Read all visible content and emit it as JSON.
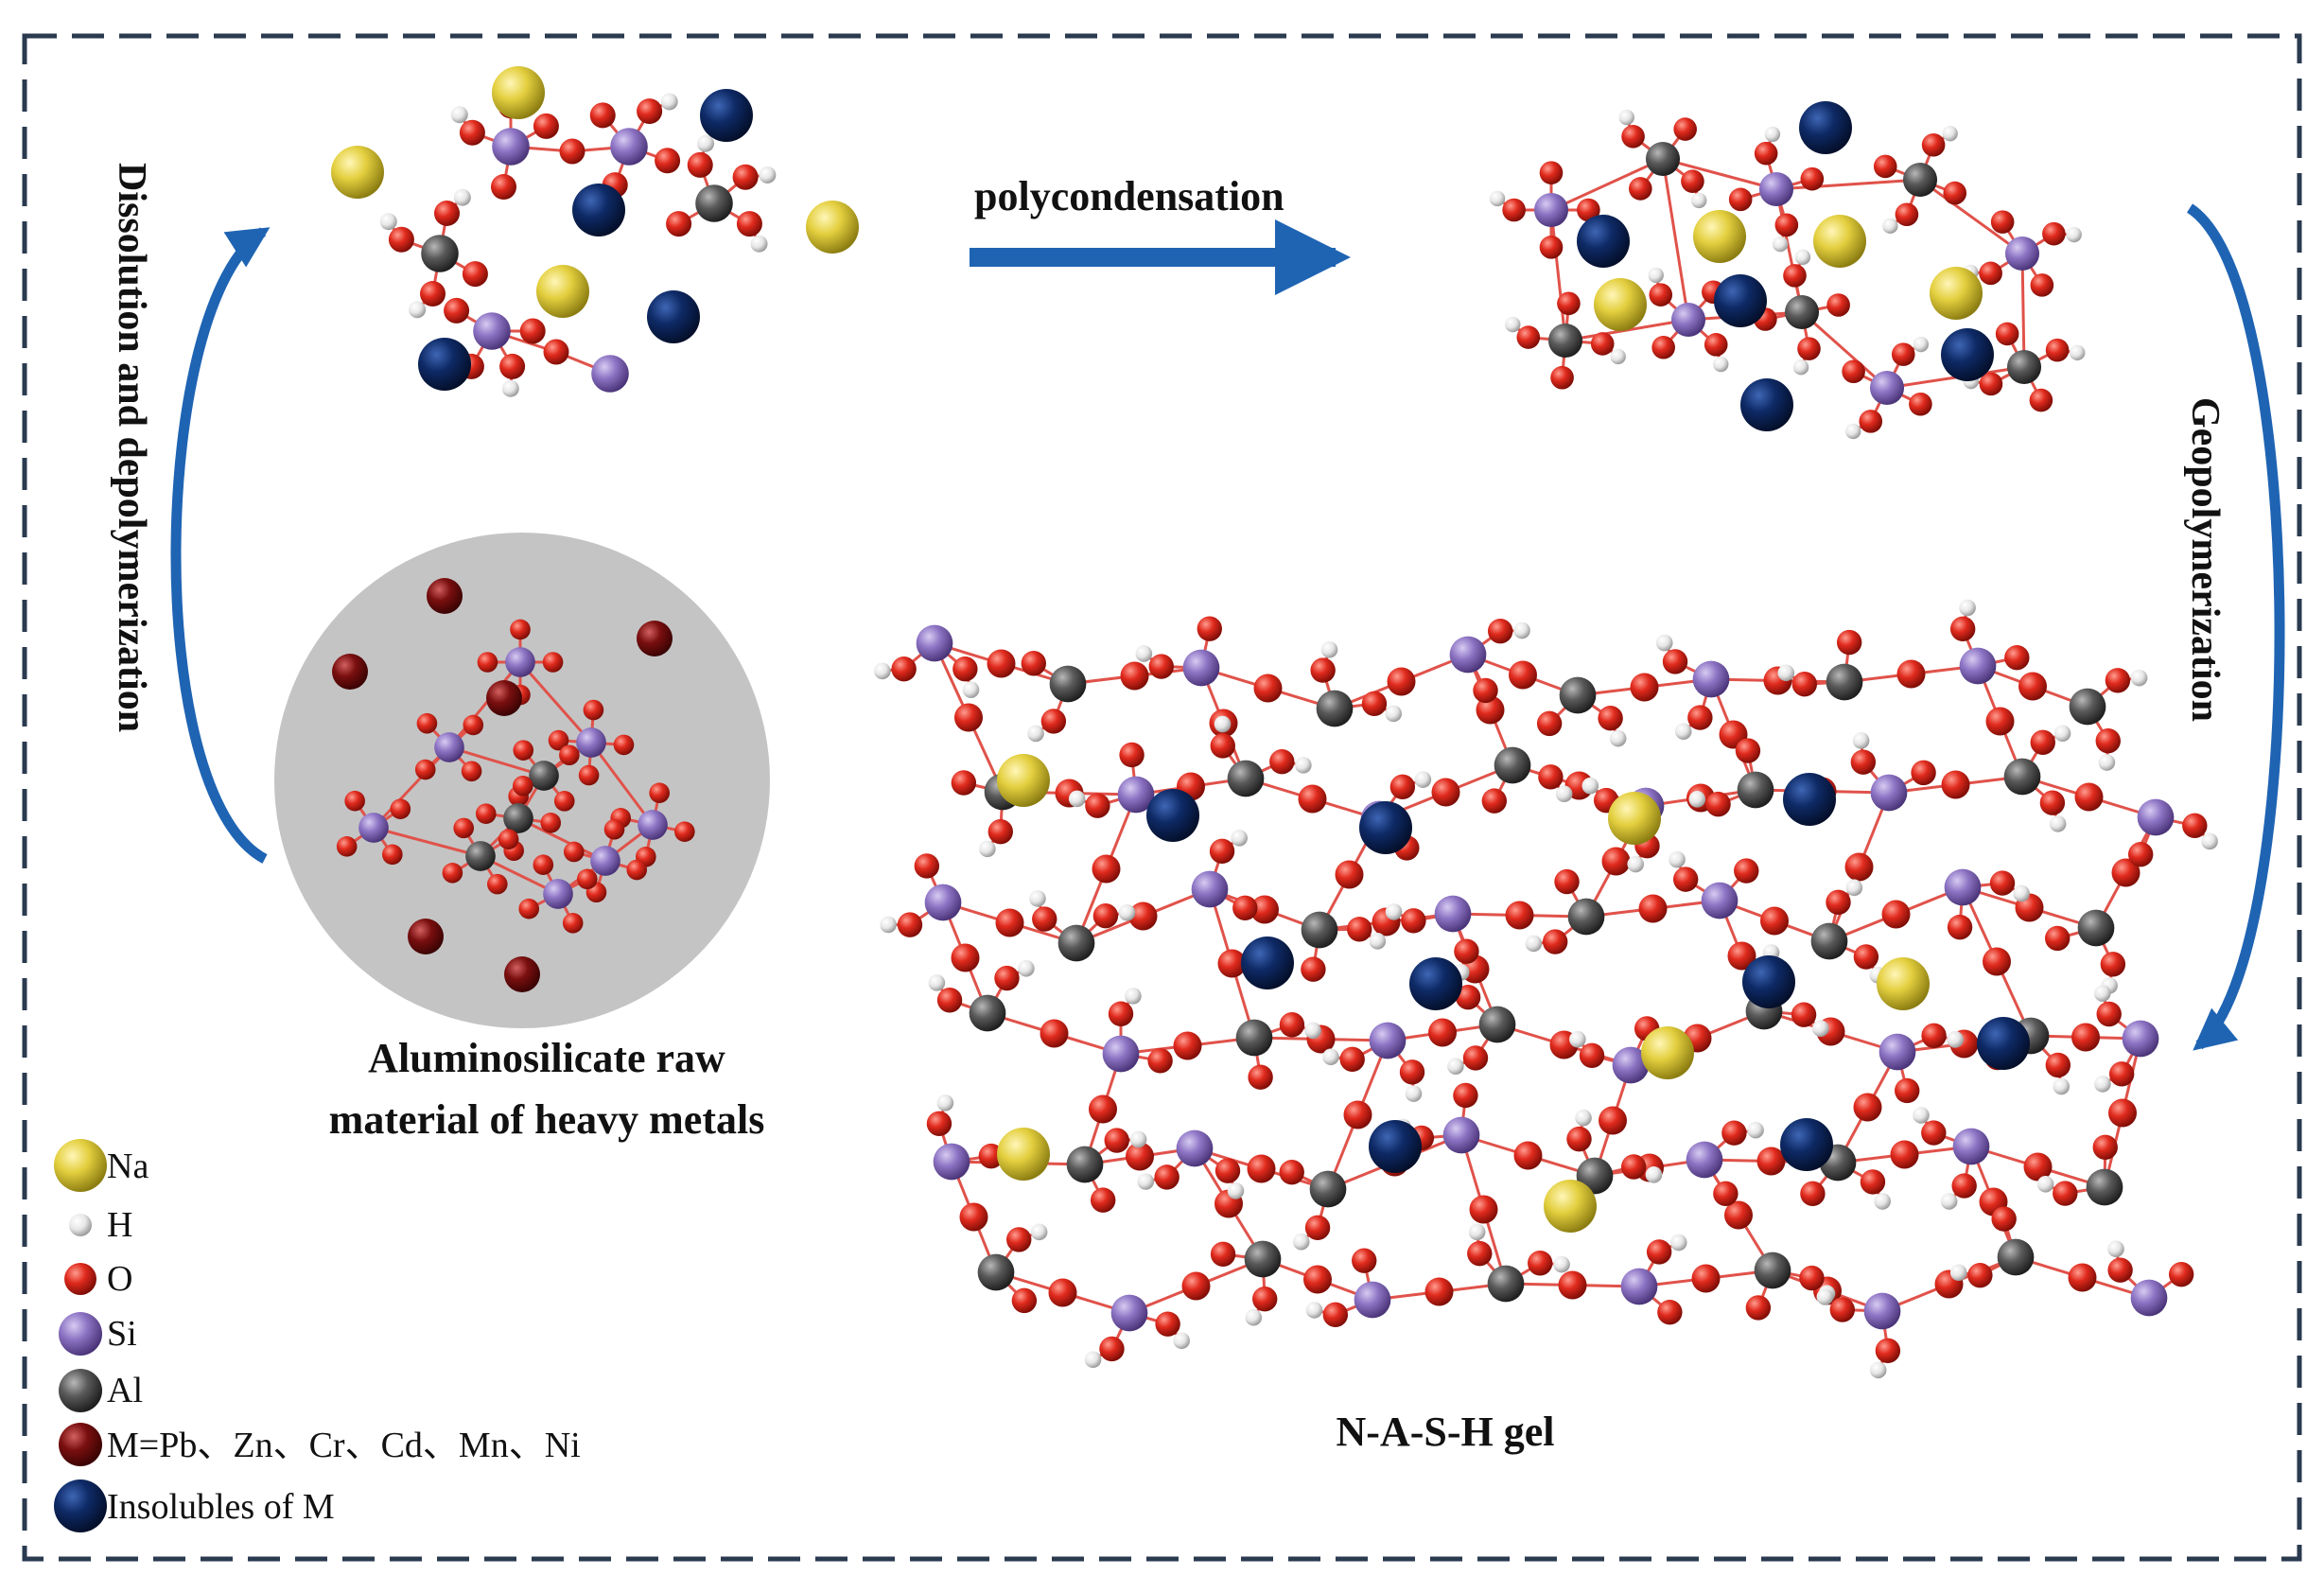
{
  "labels": {
    "dissolution": "Dissolution and depolymerization",
    "polycondensation": "polycondensation",
    "geopolymerization": "Geopolymerization",
    "raw_material_line1": "Aluminosilicate raw",
    "raw_material_line2": "material of heavy metals",
    "gel": "N-A-S-H gel"
  },
  "legend": [
    {
      "key": "Na",
      "label": "Na",
      "color": "#e3cf3e"
    },
    {
      "key": "H",
      "label": "H",
      "color": "#f2f2f2"
    },
    {
      "key": "O",
      "label": "O",
      "color": "#e02a1d"
    },
    {
      "key": "Si",
      "label": "Si",
      "color": "#8d74c4"
    },
    {
      "key": "Al",
      "label": "Al",
      "color": "#5a5a5a"
    },
    {
      "key": "M",
      "label": "M=Pb、Zn、Cr、Cd、Mn、Ni",
      "color": "#7a0f0f"
    },
    {
      "key": "Insoluble",
      "label": "Insolubles of M",
      "color": "#0e2a66"
    }
  ],
  "colors": {
    "frame": "#2a3a4f",
    "arrow": "#1f64b3",
    "bond": "#e0524a",
    "raw_circle": "#c4c4c4"
  }
}
